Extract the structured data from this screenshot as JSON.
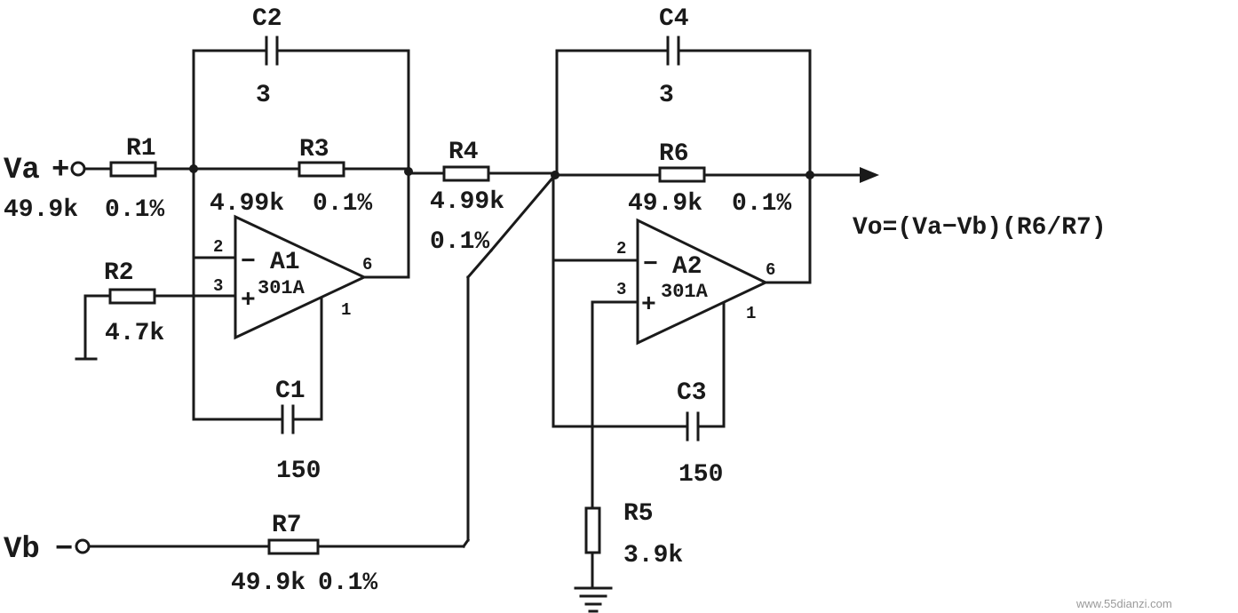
{
  "components": {
    "R1": {
      "ref": "R1",
      "value": "",
      "tol": "0.1%"
    },
    "R2": {
      "ref": "R2",
      "value": "4.7k"
    },
    "R3": {
      "ref": "R3",
      "value": "4.99k",
      "tol": "0.1%"
    },
    "R4": {
      "ref": "R4",
      "value": "4.99k",
      "tol": "0.1%"
    },
    "R5": {
      "ref": "R5",
      "value": "3.9k"
    },
    "R6": {
      "ref": "R6",
      "value": "49.9k",
      "tol": "0.1%"
    },
    "R7": {
      "ref": "R7",
      "value": "49.9k",
      "tol": "0.1%"
    },
    "C1": {
      "ref": "C1",
      "value": "150"
    },
    "C2": {
      "ref": "C2",
      "value": "3"
    },
    "C3": {
      "ref": "C3",
      "value": "150"
    },
    "C4": {
      "ref": "C4",
      "value": "3"
    },
    "A1": {
      "ref": "A1",
      "part": "301A"
    },
    "A2": {
      "ref": "A2",
      "part": "301A"
    }
  },
  "inputs": {
    "va": {
      "label": "Va",
      "sign": "+",
      "value": "49.9k"
    },
    "vb": {
      "label": "Vb",
      "sign": "−"
    }
  },
  "pins": {
    "inv": "2",
    "noninv": "3",
    "out": "6",
    "comp": "1",
    "minus": "−",
    "plus": "+"
  },
  "output_formula": "Vo=(Va−Vb)(R6/R7)",
  "watermark": "www.55dianzi.com"
}
